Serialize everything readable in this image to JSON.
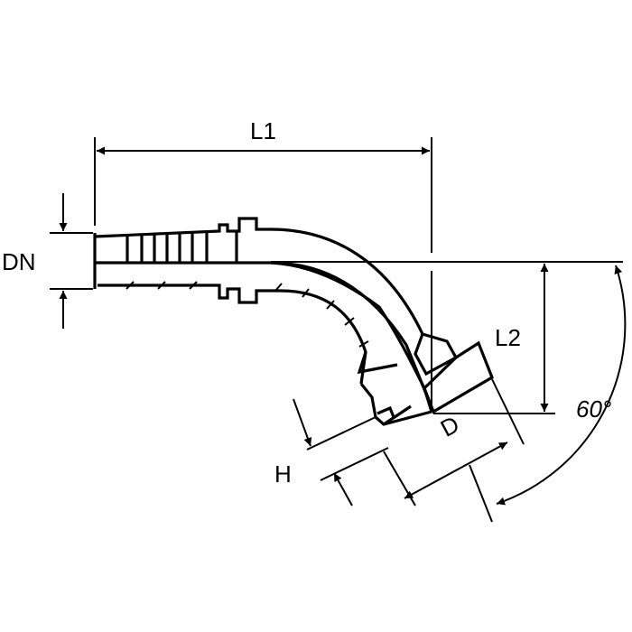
{
  "drawing": {
    "title": "45/60 degree flange hose fitting",
    "dimensions": {
      "L1": "L1",
      "L2": "L2",
      "DN": "DN",
      "H": "H",
      "D": "D",
      "angle": "60°"
    },
    "colors": {
      "line": "#000000",
      "background": "#ffffff"
    }
  }
}
